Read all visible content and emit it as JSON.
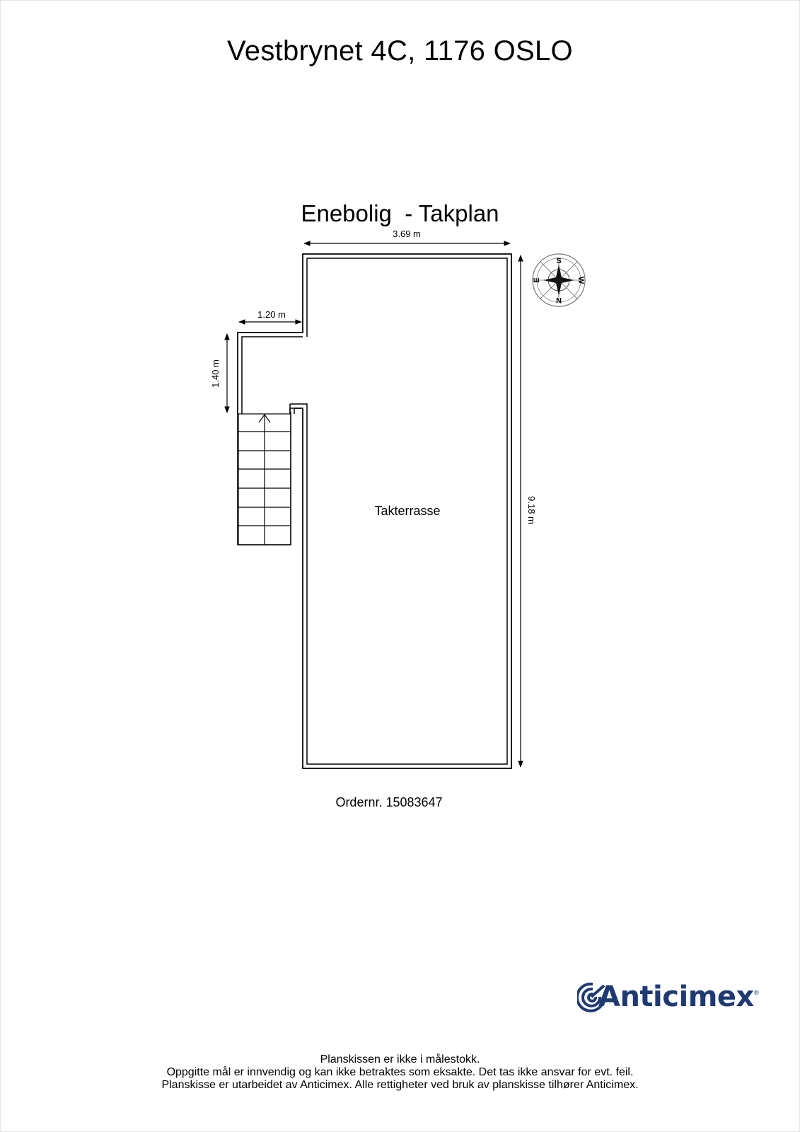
{
  "header": {
    "address": "Vestbrynet 4C, 1176 OSLO"
  },
  "plan": {
    "title": "Enebolig  - Takplan",
    "room_label": "Takterrasse",
    "dimensions": {
      "top_width": "3.69 m",
      "notch_width": "1.20 m",
      "notch_height": "1.40 m",
      "right_height": "9.18 m"
    },
    "compass": {
      "north": "N",
      "south": "S",
      "east": "E",
      "west": "W"
    }
  },
  "order": {
    "label": "Ordernr. 15083647"
  },
  "brand": {
    "name": "Anticimex",
    "registered": "®",
    "color": "#1f3a73"
  },
  "disclaimer": {
    "line1": "Planskissen er ikke i målestokk.",
    "line2": "Oppgitte mål er innvendig og kan ikke betraktes som eksakte. Det tas ikke ansvar for evt. feil.",
    "line3": "Planskisse er utarbeidet av Anticimex. Alle rettigheter ved bruk av planskisse tilhører Anticimex."
  }
}
